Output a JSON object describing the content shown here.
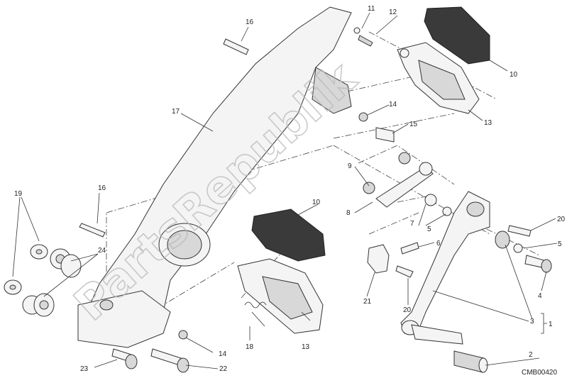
{
  "watermark": {
    "text": "PartsRepublik"
  },
  "diagram_code": "CMB00420",
  "part_labels": {
    "p1": "1",
    "p2": "2",
    "p3": "3",
    "p4": "4",
    "p5a": "5",
    "p5b": "5",
    "p6": "6",
    "p7": "7",
    "p8": "8",
    "p9": "9",
    "p10a": "10",
    "p10b": "10",
    "p11": "11",
    "p12": "12",
    "p13a": "13",
    "p13b": "13",
    "p14a": "14",
    "p14b": "14",
    "p15": "15",
    "p16a": "16",
    "p16b": "16",
    "p17": "17",
    "p18": "18",
    "p19": "19",
    "p20a": "20",
    "p20b": "20",
    "p21": "21",
    "p22": "22",
    "p23": "23",
    "p24": "24"
  }
}
